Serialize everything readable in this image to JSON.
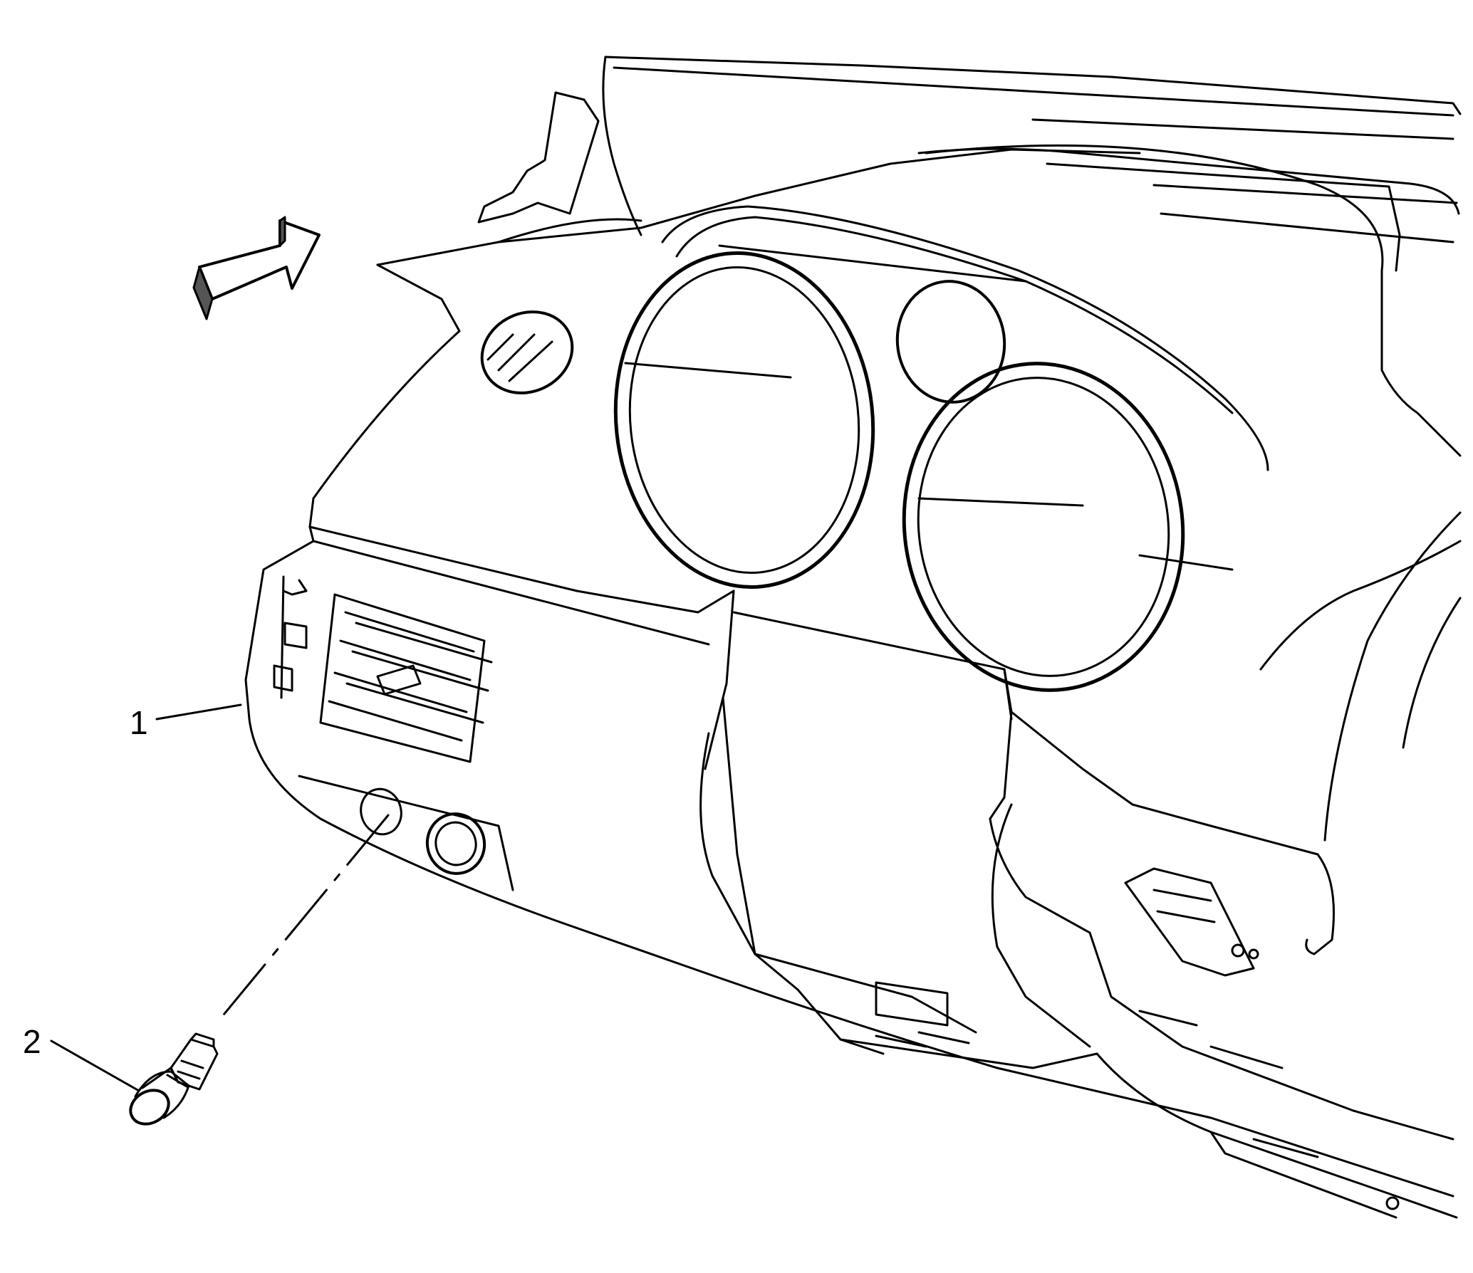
{
  "diagram": {
    "callouts": [
      {
        "id": "1",
        "label": "1",
        "part": "instrument-panel"
      },
      {
        "id": "2",
        "label": "2",
        "part": "switch"
      }
    ],
    "colors": {
      "line": "#000000",
      "background": "#ffffff",
      "arrow_shade": "#555555"
    },
    "direction_arrow": {
      "icon": "view-direction-arrow-icon"
    }
  }
}
